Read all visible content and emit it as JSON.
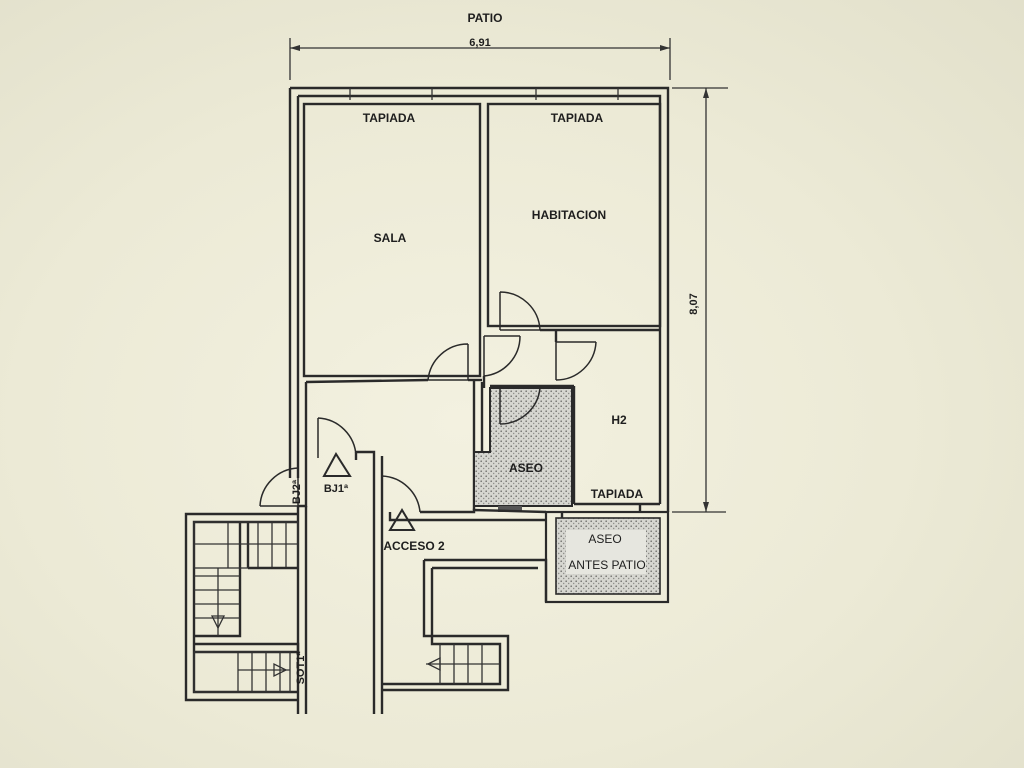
{
  "dimensions": {
    "width_label": "6,91",
    "height_label": "8,07"
  },
  "labels": {
    "patio": "PATIO",
    "tapiada_left": "TAPIADA",
    "tapiada_right": "TAPIADA",
    "sala": "SALA",
    "habitacion": "HABITACION",
    "h2": "H2",
    "aseo": "ASEO",
    "tapiada_bottom": "TAPIADA",
    "aseo_antes_patio_line1": "ASEO",
    "aseo_antes_patio_line2": "ANTES  PATIO",
    "bj1": "BJ1ª",
    "bj2": "BJ2ª",
    "acceso2": "ACCESO  2",
    "sot1": "SOT1ª"
  },
  "colors": {
    "line": "#2a2a2a",
    "hatch": "#c9c9c4",
    "paper": "#efedd9"
  }
}
